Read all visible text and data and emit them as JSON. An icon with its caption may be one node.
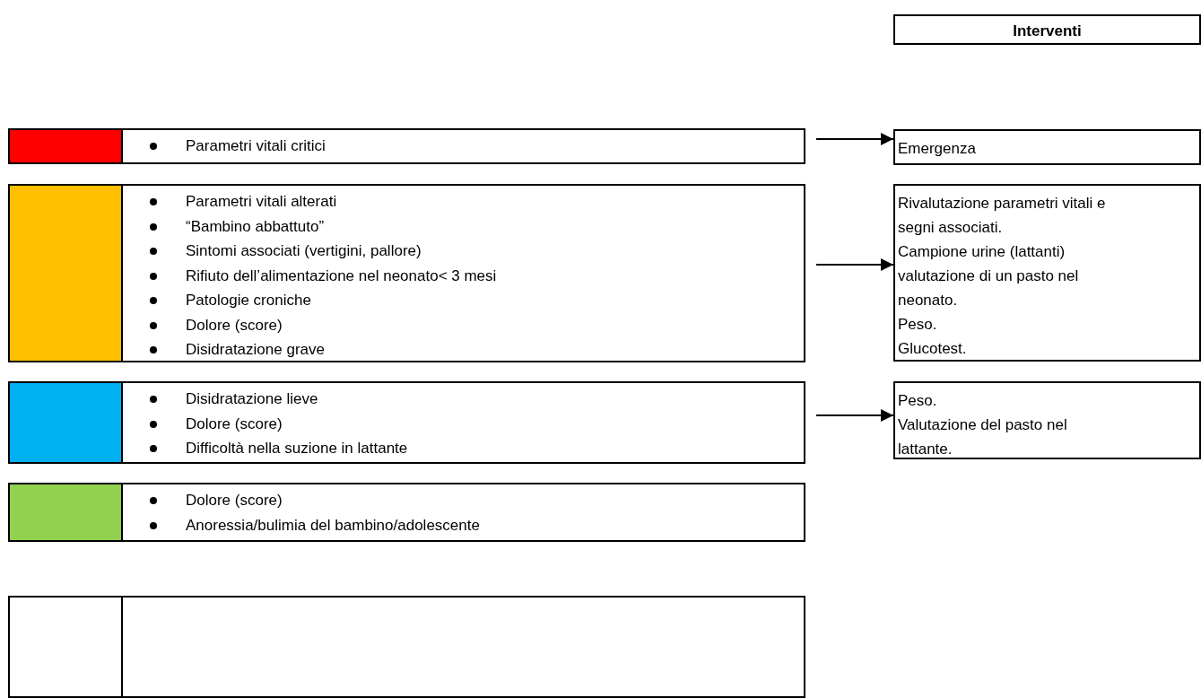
{
  "diagram": {
    "nodes": [
      {
        "text": [
          "Interventi"
        ]
      },
      {
        "text": [],
        "shape": "box"
      },
      {
        "text": [
          "Parametri vitali critici"
        ]
      },
      {
        "text": [
          "Emergenza"
        ]
      },
      {
        "text": [],
        "shape": "box"
      },
      {
        "text": [
          "Parametri vitali alterati",
          "“Bambino abbattuto”",
          "Sintomi associati (vertigini, pallore)",
          "Rifiuto dell’alimentazione nel neonato< 3 mesi",
          "Patologie croniche",
          "Dolore (score)",
          "Disidratazione grave"
        ]
      },
      {
        "text": [
          "Rivalutazione parametri vitali e segni associati.",
          "Campione urine (lattanti) valutazione di un pasto nel neonato.",
          "Peso.",
          "Glucotest."
        ]
      },
      {
        "text": [],
        "shape": "box"
      },
      {
        "text": [
          "Disidratazione lieve",
          "Dolore (score)",
          "Difficoltà nella suzione in lattante"
        ]
      },
      {
        "text": [
          "Peso.",
          "Valutazione del pasto nel lattante."
        ]
      },
      {
        "text": [],
        "shape": "box"
      },
      {
        "text": [
          "Dolore (score)",
          "Anoressia/bulimia del bambino/adolescente"
        ]
      },
      {
        "text": [],
        "shape": "box"
      },
      {
        "text": [],
        "shape": "box"
      }
    ],
    "edges": [
      {
        "from": 2,
        "to": 3,
        "arrow": "to"
      },
      {
        "from": 5,
        "to": 6,
        "arrow": "to"
      },
      {
        "from": 8,
        "to": 9,
        "arrow": "to"
      }
    ]
  }
}
